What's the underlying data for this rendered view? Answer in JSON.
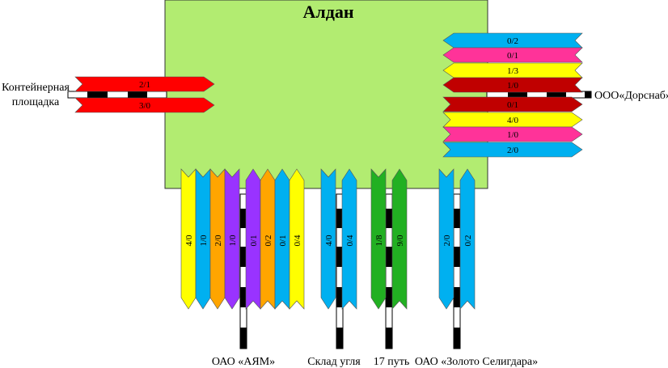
{
  "station": {
    "title": "Алдан",
    "fill": "#b2ec71"
  },
  "sidings": {
    "container": "Контейнерная площадка",
    "dorsnab": "ООО«Дорснаб»",
    "ayam": "ОАО «АЯМ»",
    "coal": "Склад угля",
    "track17": "17 путь",
    "zoloto": "ОАО «Золото Селигдара»"
  },
  "colors": {
    "red": "#ff0000",
    "darkred": "#c00000",
    "magenta": "#ff3399",
    "yellow": "#ffff00",
    "blue": "#00b0f0",
    "orange": "#ffa500",
    "purple": "#9933ff",
    "green": "#22b022"
  },
  "left_arrows": [
    {
      "label": "2/1",
      "color": "red"
    },
    {
      "label": "3/0",
      "color": "red"
    }
  ],
  "right_arrows": [
    {
      "label": "0/2",
      "color": "blue",
      "dir": "left"
    },
    {
      "label": "0/1",
      "color": "magenta",
      "dir": "left"
    },
    {
      "label": "1/3",
      "color": "yellow",
      "dir": "left"
    },
    {
      "label": "1/0",
      "color": "darkred",
      "dir": "left"
    },
    {
      "label": "0/1",
      "color": "darkred",
      "dir": "right"
    },
    {
      "label": "4/0",
      "color": "yellow",
      "dir": "right"
    },
    {
      "label": "1/0",
      "color": "magenta",
      "dir": "right"
    },
    {
      "label": "2/0",
      "color": "blue",
      "dir": "right"
    }
  ],
  "bottom_arrows": [
    {
      "label": "4/0",
      "color": "yellow",
      "dir": "down"
    },
    {
      "label": "1/0",
      "color": "blue",
      "dir": "down"
    },
    {
      "label": "2/0",
      "color": "orange",
      "dir": "down"
    },
    {
      "label": "1/0",
      "color": "purple",
      "dir": "down"
    },
    {
      "label": "0/1",
      "color": "purple",
      "dir": "up"
    },
    {
      "label": "0/2",
      "color": "orange",
      "dir": "up"
    },
    {
      "label": "0/1",
      "color": "blue",
      "dir": "up"
    },
    {
      "label": "0/4",
      "color": "yellow",
      "dir": "up"
    },
    {
      "label": "4/0",
      "color": "blue",
      "dir": "down"
    },
    {
      "label": "0/4",
      "color": "blue",
      "dir": "up"
    },
    {
      "label": "1/8",
      "color": "green",
      "dir": "down"
    },
    {
      "label": "9/0",
      "color": "green",
      "dir": "up"
    },
    {
      "label": "2/0",
      "color": "blue",
      "dir": "down"
    },
    {
      "label": "0/2",
      "color": "blue",
      "dir": "up"
    }
  ]
}
